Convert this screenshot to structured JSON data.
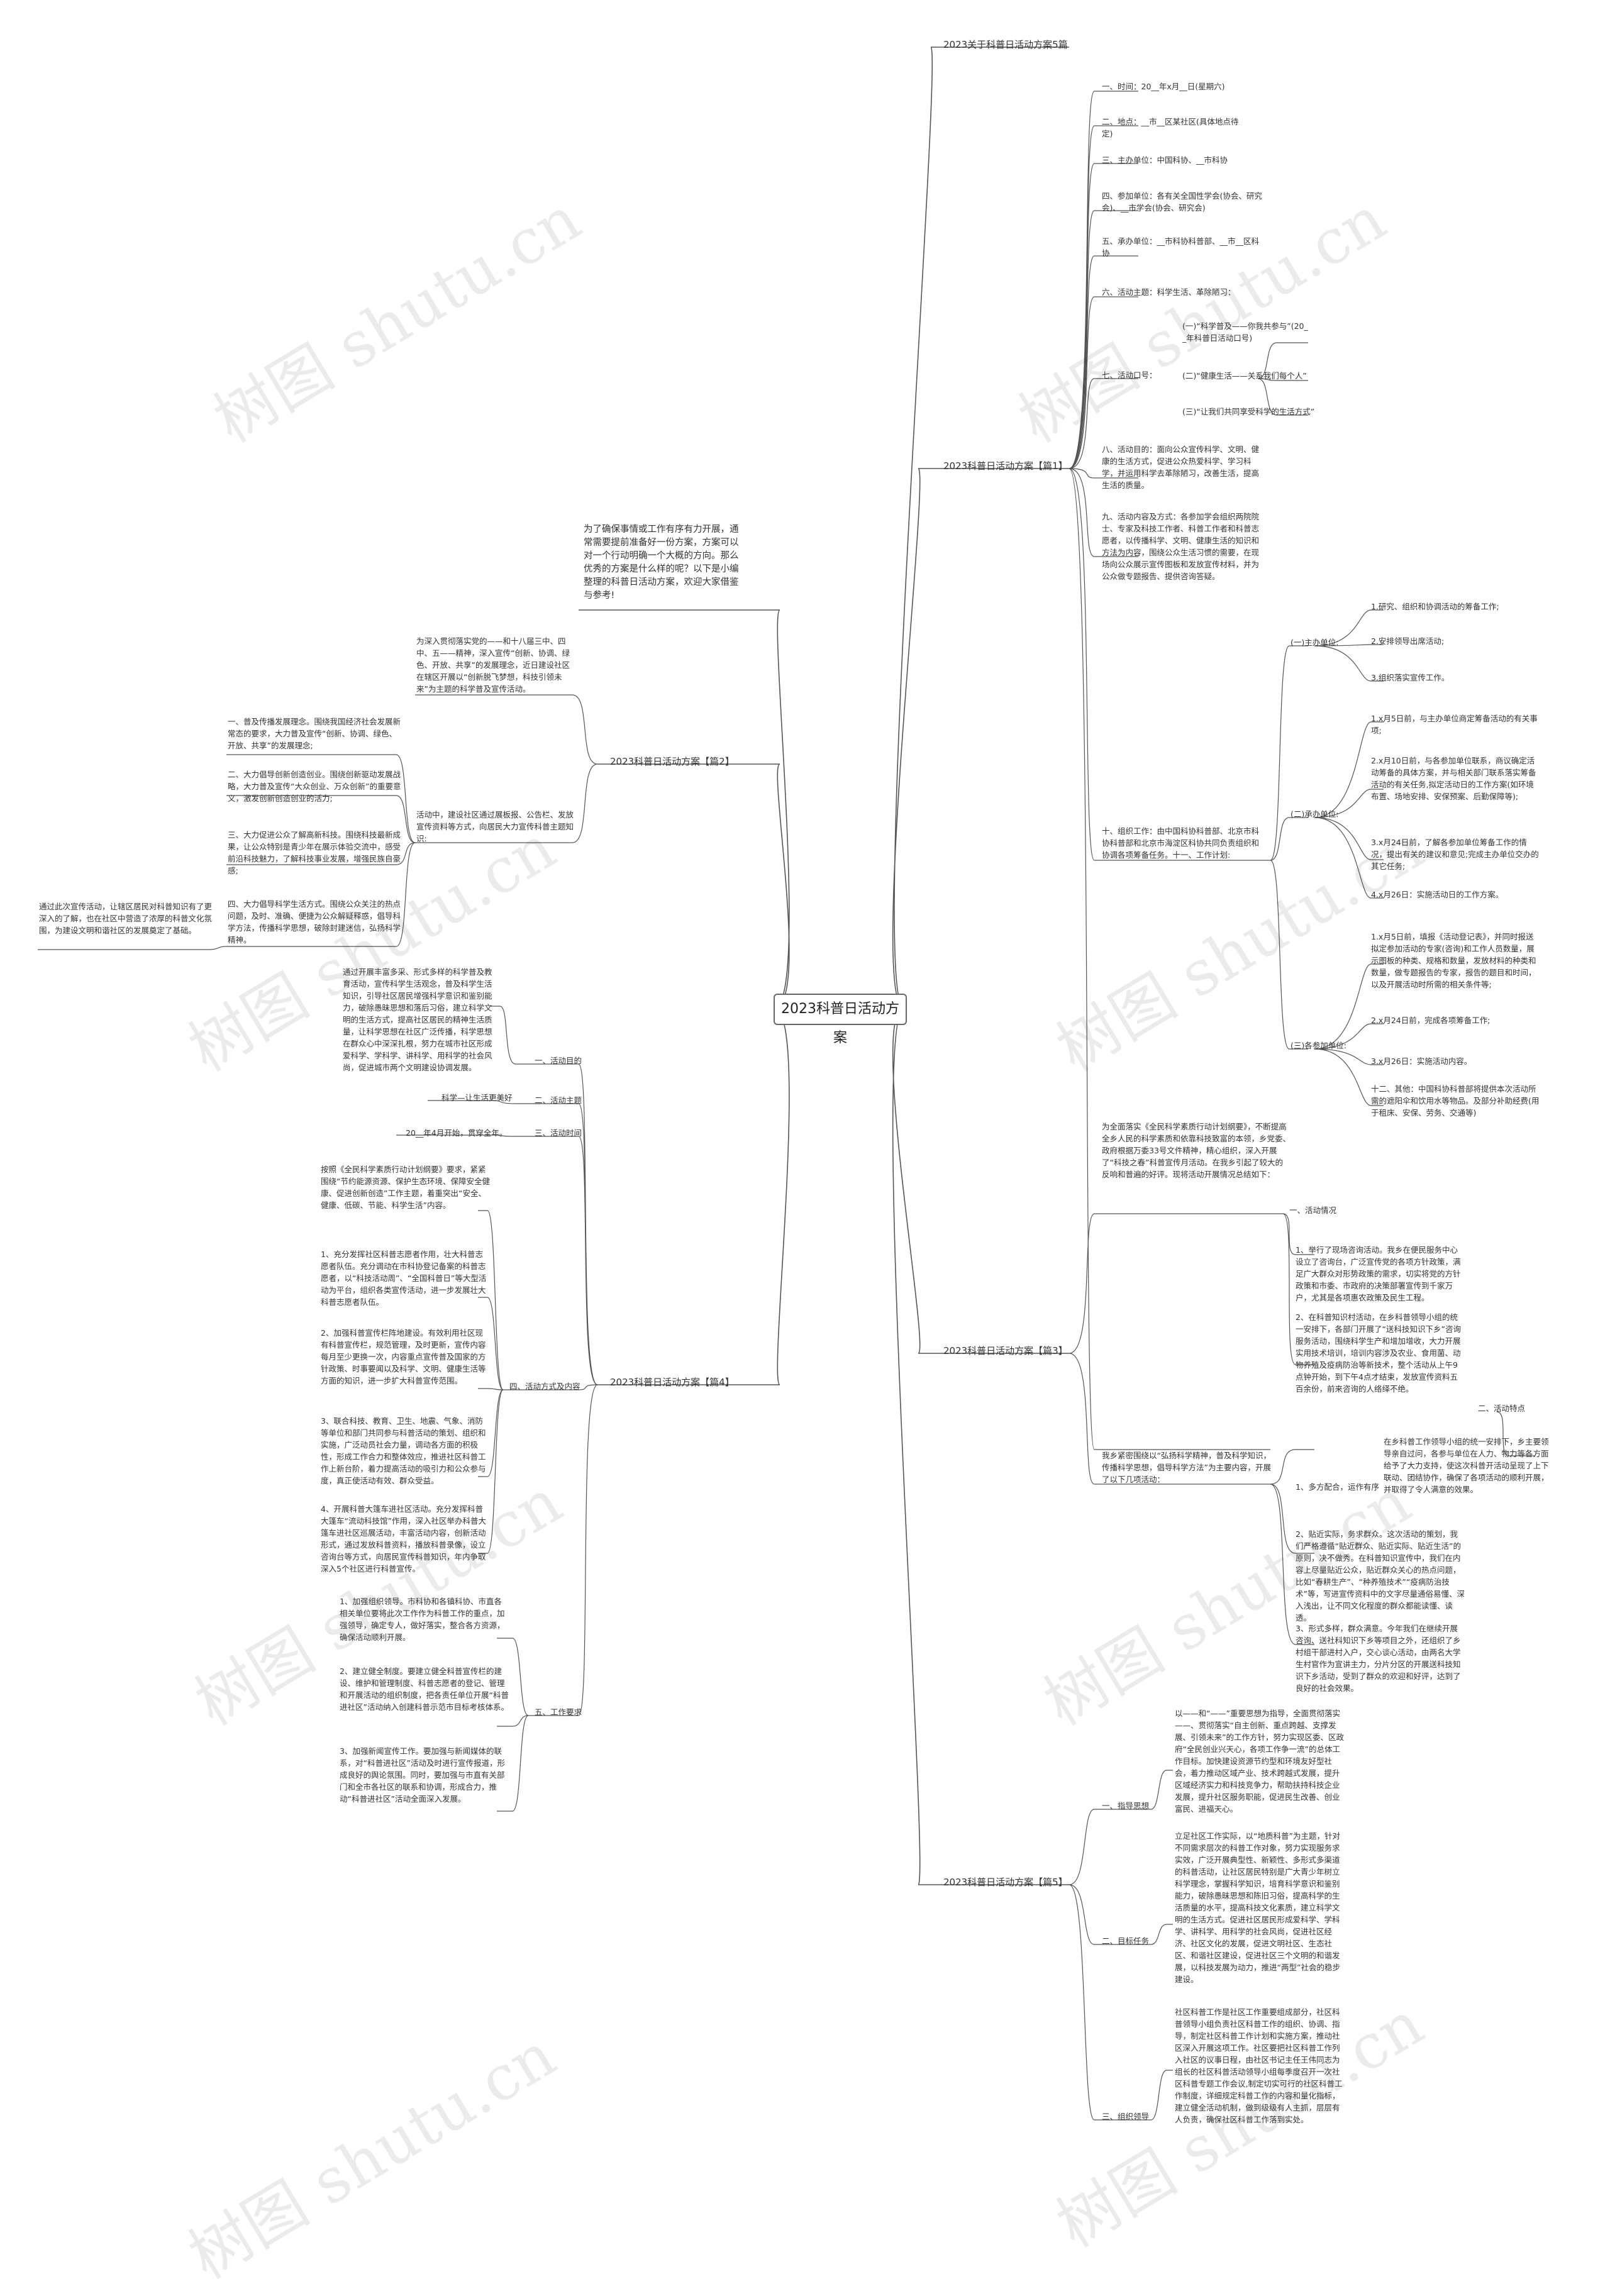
{
  "root": "2023科普日活动方案",
  "watermark": "树图 shutu.cn",
  "intro": "为了确保事情或工作有序有力开展，通常需要提前准备好一份方案，方案可以对一个行动明确一个大概的方向。那么优秀的方案是什么样的呢？以下是小编整理的科普日活动方案，欢迎大家借鉴与参考!",
  "branches": {
    "top": "2023关于科普日活动方案5篇",
    "p1": "2023科普日活动方案【篇1】",
    "p2": "2023科普日活动方案【篇2】",
    "p3": "2023科普日活动方案【篇3】",
    "p4": "2023科普日活动方案【篇4】",
    "p5": "2023科普日活动方案【篇5】"
  },
  "p1": {
    "time": "一、时间：20__年x月__日(星期六)",
    "place": "二、地点：__市__区某社区(具体地点待定)",
    "host": "三、主办单位：中国科协、__市科协",
    "part": "四、参加单位：各有关全国性学会(协会、研究会)、__市学会(协会、研究会)",
    "org": "五、承办单位：__市科协科普部、__市__区科协",
    "theme": "六、活动主题：科学生活、革除陋习：",
    "slogan": "七、活动口号：",
    "slogans": [
      "(一)“科学普及——你我共参与”(20__年科普日活动口号)",
      "(二)“健康生活——关系我们每个人”",
      "(三)“让我们共同享受科学的生活方式”"
    ],
    "purpose": "八、活动目的：面向公众宣传科学、文明、健康的生活方式，促进公众热爱科学、学习科学，并运用科学去革除陋习，改善生活，提高生活的质量。",
    "content": "九、活动内容及方式：各参加学会组织两院院士、专家及科技工作者、科普工作者和科普志愿者，以传播科学、文明、健康生活的知识和方法为内容，围绕公众生活习惯的需要，在现场向公众展示宣传图板和发放宣传材料，并为公众做专题报告、提供咨询答疑。",
    "orgwork": "十、组织工作：由中国科协科普部、北京市科协科普部和北京市海淀区科协共同负责组织和协调各项筹备任务。十一、工作计划:",
    "g1": "(一)主办单位:",
    "g1items": [
      "1.研究、组织和协调活动的筹备工作;",
      "2.安排领导出席活动;",
      "3.组织落实宣传工作。"
    ],
    "g2": "(二)承办单位:",
    "g2items": [
      "1.x月5日前，与主办单位商定筹备活动的有关事项;",
      "2.x月10日前，与各参加单位联系，商议确定活动筹备的具体方案，并与相关部门联系落实筹备活动的有关任务,拟定活动日的工作方案(如环境布置、场地安排、安保预案、后勤保障等);",
      "3.x月24日前，了解各参加单位筹备工作的情况，提出有关的建议和意见;完成主办单位交办的其它任务;",
      "4.x月26日：实施活动日的工作方案。"
    ],
    "g3": "(三)各参加单位:",
    "g3items": [
      "1.x月5日前，填报《活动登记表》，并同时报送拟定参加活动的专家(咨询)和工作人员数量，展示图板的种类、规格和数量，发放材料的种类和数量，做专题报告的专家，报告的题目和时间，以及开展活动时所需的相关条件等;",
      "2.x月24日前，完成各项筹备工作;",
      "3.x月26日：实施活动内容。"
    ],
    "other": "十二、其他：中国科协科普部将提供本次活动所需的遮阳伞和饮用水等物品。及部分补助经费(用于租床、安保、劳务、交通等)"
  },
  "p2": {
    "desc": "为深入贯彻落实党的——和十八届三中、四中、五——精神，深入宣传“创新、协调、绿色、开放、共享”的发展理念，近日建设社区在辖区开展以“创新脱飞梦想，科技引领未来”为主题的科学普及宣传活动。",
    "activity": "活动中，建设社区通过展板报、公告栏、发放宣传资料等方式，向居民大力宣传科普主题知识:",
    "items": [
      "一、普及传播发展理念。围绕我国经济社会发展新常态的要求，大力普及宣传“创新、协调、绿色、开放、共享”的发展理念;",
      "二、大力倡导创新创造创业。围绕创新驱动发展战略，大力普及宣传“大众创业、万众创新”的重要意义，激发创新创造创业的活力;",
      "三、大力促进公众了解高新科技。围绕科技最新成果，让公众特别是青少年在展示体验交流中，感受前沿科技魅力，了解科技事业发展，增强民族自豪感;",
      "四、大力倡导科学生活方式。围绕公众关注的热点问题，及时、准确、便捷为公众解疑释惑，倡导科学方法，传播科学思想，破除封建迷信，弘扬科学精神。"
    ],
    "result": "通过此次宣传活动，让辖区居民对科普知识有了更深入的了解，也在社区中营造了浓厚的科普文化氛围，为建设文明和谐社区的发展奠定了基础。"
  },
  "p3": {
    "desc": "为全面落实《全民科学素质行动计划纲要》，不断提高全乡人民的科学素质和依靠科技致富的本领，乡党委、政府根据万委33号文件精神，精心组织，深入开展了“科技之春”科普宣传月活动。在我乡引起了较大的反响和普遍的好评。现将活动开展情况总结如下：",
    "s1": "一、活动情况",
    "s1items": [
      "1、举行了现场咨询活动。我乡在便民服务中心设立了咨询台，广泛宣传党的各项方针政策，满足广大群众对形势政策的需求，切实将党的方针政策和市委、市政府的决策部署宣传到千家万户，尤其是各项惠农政策及民生工程。",
      "2、在科普知识村活动，在乡科普领导小组的统一安排下，各部门开展了“送科技知识下乡”咨询服务活动，围绕科学生产和增加增收，大力开展实用技术培训，培训内容涉及农业、食用菌、动物养殖及疫病防治等新技术，整个活动从上午9点钟开始，到下午4点才结束，发放宣传资料五百余份，前来咨询的人络绎不绝。"
    ],
    "s2": "二、活动特点",
    "s2lead": "我乡紧密围绕以“弘扬科学精神，普及科学知识，传播科学思想，倡导科学方法”为主要内容，开展了以下几项活动：",
    "s2a": "1、多方配合，运作有序",
    "s2aitem": "在乡科普工作领导小组的统一安排下，乡主要领导亲自过问，各参与单位在人力、物力等各方面给予了大力支持，使这次科普开活动呈现了上下联动、团结协作，确保了各项活动的顺利开展，并取得了令人满意的效果。",
    "s2items": [
      "2、贴近实际，务求群众。这次活动的策划，我们严格遵循“贴近群众、贴近实际、贴近生活”的原则，决不做秀。在科普知识宣传中，我们在内容上尽量贴近公众，贴近群众关心的热点问题，比如“春耕生产”、“种养殖技术”“疫病防治技术”等，写进宣传资料中的文字尽量通俗易懂、深入浅出，让不同文化程度的群众都能读懂、读透。",
      "3、形式多样，群众满意。今年我们在继续开展咨询、送社科知识下乡等项目之外，还组织了乡村组干部进村入户，交心谈心活动，由两名大学生村官作为宣讲主力，分片分区的开展送科技知识下乡活动，受到了群众的欢迎和好评，达到了良好的社会效果。"
    ]
  },
  "p4": {
    "s1": "一、活动目的",
    "s1item": "通过开展丰富多采、形式多样的科学普及教育活动，宣传科学生活观念，普及科学生活知识，引导社区居民增强科学意识和鉴别能力，破除愚昧思想和落后习俗，建立科学文明的生活方式，提高社区居民的精神生活质量，让科学思想在社区广泛传播，科学思想在群众心中深深扎根，努力在城市社区形成爱科学、学科学、讲科学、用科学的社会风尚，促进城市两个文明建设协调发展。",
    "s2": "二、活动主题",
    "s2item": "科学—让生活更美好",
    "s3": "三、活动时间",
    "s3item": "20__年4月开始，贯穿全年。",
    "s4": "四、活动方式及内容",
    "s4items": [
      "按照《全民科学素质行动计划纲要》要求，紧紧围绕“节约能源资源、保护生态环境、保障安全健康、促进创新创造”工作主题，着重突出“安全、健康、低碳、节能、科学生活”内容。",
      "1、充分发挥社区科普志愿者作用，壮大科普志愿者队伍。充分调动在市科协登记备案的科普志愿者，以“科技活动周”、“全国科普日”等大型活动为平台，组织各类宣传活动，进一步发展壮大科普志愿者队伍。",
      "2、加强科普宣传栏阵地建设。有效利用社区现有科普宣传栏，规范管理，及时更新，宣传内容每月至少更换一次，内容重点宣传普及国家的方针政策、时事要闻以及科学、文明、健康生活等方面的知识，进一步扩大科普宣传范围。",
      "3、联合科技、教育、卫生、地震、气象、消防等单位和部门共同参与科普活动的策划、组织和实施，广泛动员社会力量，调动各方面的积极性，形成工作合力和整体效应，推进社区科普工作上新台阶，着力提高活动的吸引力和公众参与度，真正使活动有效、群众受益。",
      "4、开展科普大篷车进社区活动。充分发挥科普大篷车“流动科技馆”作用，深入社区举办科普大篷车进社区巡展活动，丰富活动内容，创新活动形式，通过发放科普资料，播放科普录像，设立咨询台等方式，向居民宣传科普知识，年内争取深入5个社区进行科普宣传。"
    ],
    "s5": "五、工作要求",
    "s5items": [
      "1、加强组织领导。市科协和各镇科协、市直各相关单位要将此次工作作为科普工作的重点，加强领导，确定专人，做好落实，整合各方资源，确保活动顺利开展。",
      "2、建立健全制度。要建立健全科普宣传栏的建设、维护和管理制度、科普志愿者的登记、管理和开展活动的组织制度，把各责任单位开展“科普进社区”活动纳入创建科普示范市目标考核体系。",
      "3、加强新闻宣传工作。要加强与新闻媒体的联系，对“科普进社区”活动及时进行宣传报道，形成良好的舆论氛围。同时，要加强与市直有关部门和全市各社区的联系和协调，形成合力，推动“科普进社区”活动全面深入发展。"
    ]
  },
  "p5": {
    "s1": "一、指导思想",
    "s1item": "以——和“——”重要思想为指导，全面贯彻落实——、贯彻落实“自主创新、重点跨越、支撑发展、引领未来”的工作方针，努力实现区委、区政府“全民创业兴天心，各项工作争一流”的总体工作目标。加快建设资源节约型和环境友好型社会，着力推动区域产业、技术跨越式发展，提升区域经济实力和科技竞争力，帮助扶持科技企业发展，提升社区服务职能，促进民生改善、创业富民、进福天心。",
    "s2": "二、目标任务",
    "s2item": "立足社区工作实际，以“地质科普”为主题，针对不同需求层次的科普工作对象，努力实现服务求实效，广泛开展典型性、新颖性、多形式多渠道的科普活动，让社区居民特别是广大青少年树立科学理念，掌握科学知识，培育科学意识和鉴别能力，破除愚昧思想和陈旧习俗，提高科学的生活质量的水平，提高科技文化素质，建立科学文明的生活方式。促进社区居民形成爱科学、学科学、讲科学、用科学的社会风尚，促进社区经济、社区文化的发展，促进文明社区、生态社区、和谐社区建设，促进社区三个文明的和谐发展，以科技发展为动力，推进“两型”社会的稳步建设。",
    "s3": "三、组织领导",
    "s3item": "社区科普工作是社区工作重要组成部分，社区科普领导小组负责社区科普工作的组织、协调、指导，制定社区科普工作计划和实施方案，推动社区深入开展这项工作。社区要把社区科普工作列入社区的议事日程，由社区书记主任王伟同志为组长的社区科普活动领导小组每季度召开一次社区科普专题工作会议,制定切实可行的社区科普工作制度，详细规定科普工作的内容和量化指标，建立健全活动机制，做到级级有人主抓，层层有人负责，确保社区科普工作落到实处。"
  }
}
